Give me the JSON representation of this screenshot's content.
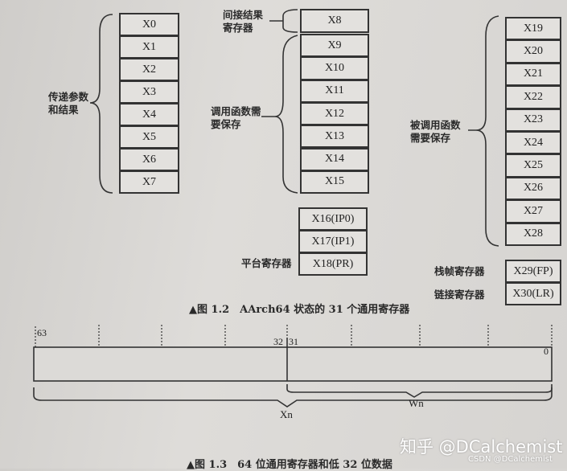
{
  "figure_1_2": {
    "caption": "▲图 1.2　AArch64 状态的 31 个通用寄存器",
    "group_left": {
      "label": "传递参数和结果",
      "registers": [
        "X0",
        "X1",
        "X2",
        "X3",
        "X4",
        "X5",
        "X6",
        "X7"
      ]
    },
    "group_indirect": {
      "label": "间接结果寄存器",
      "registers": [
        "X8"
      ]
    },
    "group_caller_saved": {
      "label": "调用函数需要保存",
      "registers": [
        "X9",
        "X10",
        "X11",
        "X12",
        "X13",
        "X14",
        "X15"
      ]
    },
    "group_platform": {
      "label": "平台寄存器",
      "registers": [
        "X16(IP0)",
        "X17(IP1)",
        "X18(PR)"
      ]
    },
    "group_callee_saved": {
      "label": "被调用函数需要保存",
      "registers": [
        "X19",
        "X20",
        "X21",
        "X22",
        "X23",
        "X24",
        "X25",
        "X26",
        "X27",
        "X28"
      ]
    },
    "frame_pointer": {
      "label": "栈帧寄存器",
      "register": "X29(FP)"
    },
    "link_register": {
      "label": "链接寄存器",
      "register": "X30(LR)"
    }
  },
  "figure_1_3": {
    "caption": "▲图 1.3　64 位通用寄存器和低 32 位数据",
    "bit_high": "63",
    "bit_mid_high": "32",
    "bit_mid_low": "31",
    "bit_low": "0",
    "xn_label": "Xn",
    "wn_label": "Wn"
  },
  "watermark": {
    "zhihu": "知乎 @DCalchemist",
    "csdn": "CSDN @DCalchemist"
  }
}
